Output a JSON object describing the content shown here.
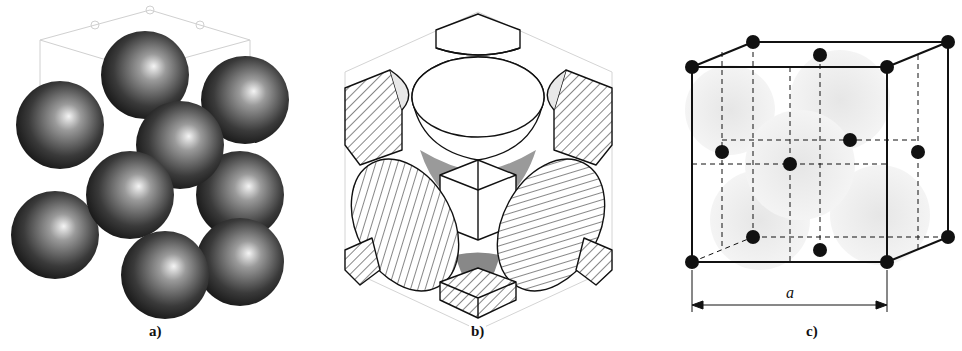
{
  "diagram": {
    "labels": [
      "a)",
      "b)",
      "c)",
      "a"
    ]
  }
}
